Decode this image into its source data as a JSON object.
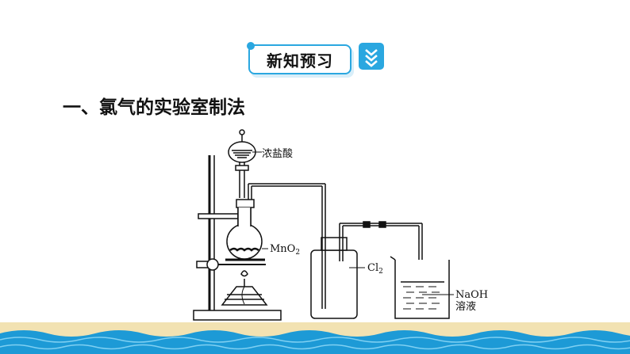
{
  "section": {
    "title": "新知预习",
    "expand_icon": "double-chevron-down-icon"
  },
  "heading": "一、氯气的实验室制法",
  "apparatus": {
    "labels": {
      "funnel_reagent": "浓盐酸",
      "flask_reagent_base": "MnO",
      "flask_reagent_sub": "2",
      "gas_base": "Cl",
      "gas_sub": "2",
      "absorber_line1": "NaOH",
      "absorber_line2": "溶液"
    }
  },
  "colors": {
    "accent": "#2aa7e0",
    "water": "#1d9ad6",
    "sand": "#f2e2b2"
  }
}
